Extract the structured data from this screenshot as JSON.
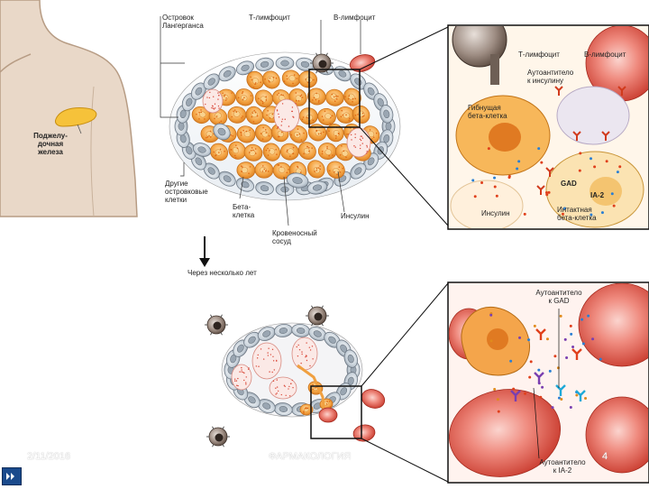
{
  "organ": {
    "line1": "Поджелу-",
    "line2": "дочная",
    "line3": "железа"
  },
  "islet_top": {
    "islet_title_1": "Островок",
    "islet_title_2": "Лангерганса",
    "t_lymphocyte": "Т-лимфоцит",
    "b_lymphocyte": "В-лимфоцит",
    "other_cells_1": "Другие",
    "other_cells_2": "островковые",
    "other_cells_3": "клетки",
    "beta_cell_1": "Бета-",
    "beta_cell_2": "клетка",
    "insulin": "Инсулин",
    "vessel_1": "Кровеносный",
    "vessel_2": "сосуд"
  },
  "arrow_label": "Через несколько лет",
  "zoom_top": {
    "t_lymphocyte": "Т-лимфоцит",
    "b_lymphocyte": "В-лимфоцит",
    "autoab_insulin_1": "Аутоантитело",
    "autoab_insulin_2": "к инсулину",
    "dying_beta_1": "Гибнущая",
    "dying_beta_2": "бета-клетка",
    "gad": "GAD",
    "ia2": "IA-2",
    "insulin": "Инсулин",
    "intact_beta_1": "Интактная",
    "intact_beta_2": "бета-клетка"
  },
  "zoom_bottom": {
    "autoab_gad_1": "Аутоантитело",
    "autoab_gad_2": "к GAD",
    "autoab_ia2_1": "Аутоантитело",
    "autoab_ia2_2": "к IA-2"
  },
  "footer": {
    "date": "2/11/2016",
    "title": "ФАРМАКОЛОГИЯ",
    "page": "4"
  },
  "colors": {
    "beta_cell": "#f0a040",
    "other_cell": "#c9d3dc",
    "red_cell": "#e0584a",
    "t_cell": "#8a7a70",
    "skin": "#e8d6c6"
  }
}
